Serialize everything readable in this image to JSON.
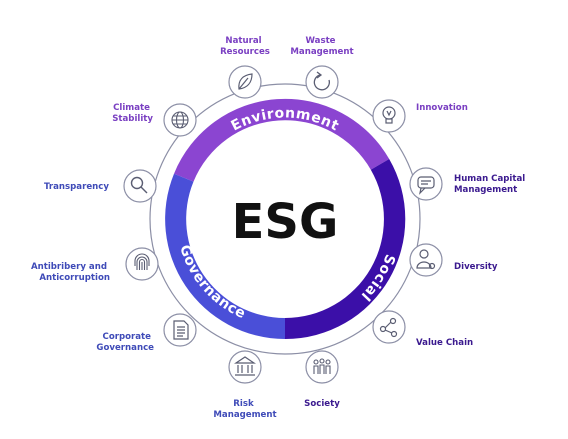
{
  "center_title": "ESG",
  "segments": {
    "environment": "Environment",
    "social": "Social",
    "governance": "Governance"
  },
  "items": {
    "natural_resources": [
      "Natural",
      "Resources"
    ],
    "waste_management": [
      "Waste",
      "Management"
    ],
    "innovation": [
      "Innovation"
    ],
    "human_capital_management": [
      "Human Capital",
      "Management"
    ],
    "diversity": [
      "Diversity"
    ],
    "value_chain": [
      "Value Chain"
    ],
    "society": [
      "Society"
    ],
    "risk_management": [
      "Risk",
      "Management"
    ],
    "corporate_governance": [
      "Corporate",
      "Governance"
    ],
    "antibribery": [
      "Antibribery and",
      "Anticorruption"
    ],
    "transparency": [
      "Transparency"
    ],
    "climate_stability": [
      "Climate",
      "Stability"
    ]
  },
  "colors": {
    "environment": "#8B45D1",
    "social": "#3B0FA8",
    "governance": "#4A4FD8",
    "outline": "#8C8FA6",
    "icon": "#5A5D72",
    "env_text": "#7A3FC2",
    "social_text": "#3B1A8F",
    "gov_text": "#3F4BB8",
    "center_text": "#111111"
  }
}
